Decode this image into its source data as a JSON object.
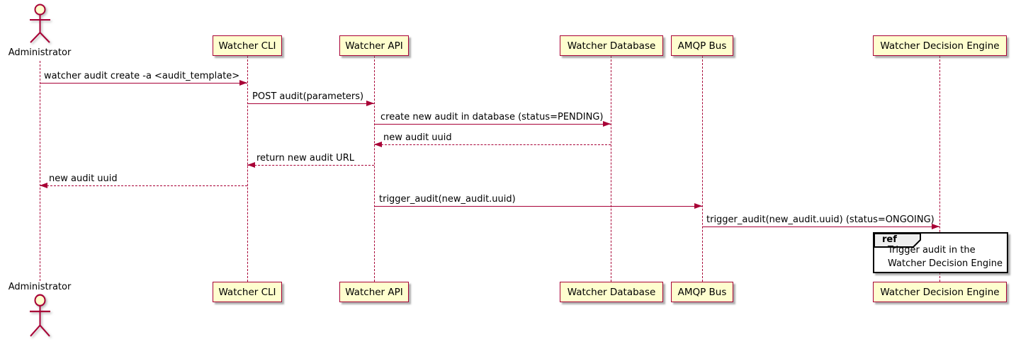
{
  "diagram": {
    "type": "sequence-diagram",
    "colors": {
      "participant_fill": "#FEFECE",
      "participant_border": "#A80036",
      "arrow": "#A80036",
      "lifeline": "#A80036",
      "ref_border": "#000000",
      "ref_header_fill": "#EEEEEE",
      "background": "#FFFFFF",
      "text": "#000000"
    },
    "actor": {
      "name": "Administrator"
    },
    "participants": [
      {
        "label": "Watcher CLI"
      },
      {
        "label": "Watcher API"
      },
      {
        "label": "Watcher Database"
      },
      {
        "label": "AMQP Bus"
      },
      {
        "label": "Watcher Decision Engine"
      }
    ],
    "messages": [
      {
        "from": "Administrator",
        "to": "Watcher CLI",
        "style": "solid",
        "label": "watcher audit create -a <audit_template>"
      },
      {
        "from": "Watcher CLI",
        "to": "Watcher API",
        "style": "solid",
        "label": "POST audit(parameters)"
      },
      {
        "from": "Watcher API",
        "to": "Watcher Database",
        "style": "solid",
        "label": "create new audit in database (status=PENDING)"
      },
      {
        "from": "Watcher Database",
        "to": "Watcher API",
        "style": "dashed",
        "label": "new audit uuid"
      },
      {
        "from": "Watcher API",
        "to": "Watcher CLI",
        "style": "dashed",
        "label": "return new audit URL"
      },
      {
        "from": "Watcher CLI",
        "to": "Administrator",
        "style": "dashed",
        "label": "new audit uuid"
      },
      {
        "from": "Watcher API",
        "to": "AMQP Bus",
        "style": "solid",
        "label": "trigger_audit(new_audit.uuid)"
      },
      {
        "from": "AMQP Bus",
        "to": "Watcher Decision Engine",
        "style": "solid",
        "label": "trigger_audit(new_audit.uuid) (status=ONGOING)"
      }
    ],
    "ref": {
      "keyword": "ref",
      "line1": "Trigger audit in the",
      "line2": "Watcher Decision Engine"
    }
  }
}
